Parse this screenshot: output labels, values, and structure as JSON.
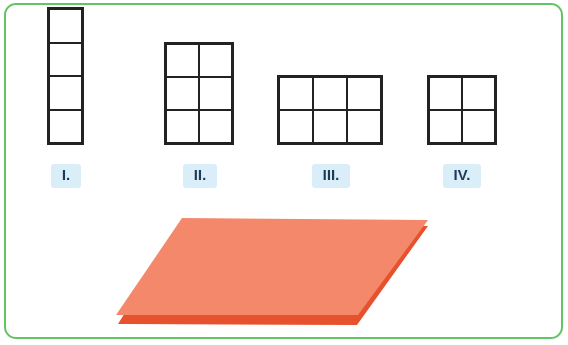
{
  "labels": [
    "I.",
    "II.",
    "III.",
    "IV."
  ],
  "figures": [
    {
      "rows": 4,
      "cols": 1
    },
    {
      "rows": 3,
      "cols": 2
    },
    {
      "rows": 2,
      "cols": 3
    },
    {
      "rows": 2,
      "cols": 2
    }
  ],
  "colors": {
    "border": "#62c462",
    "label_bg": "#d9eef9",
    "label_text": "#1b3c57",
    "grid_line": "#222222",
    "parallelogram_top": "#f3896a",
    "parallelogram_edge": "#e6512e"
  }
}
